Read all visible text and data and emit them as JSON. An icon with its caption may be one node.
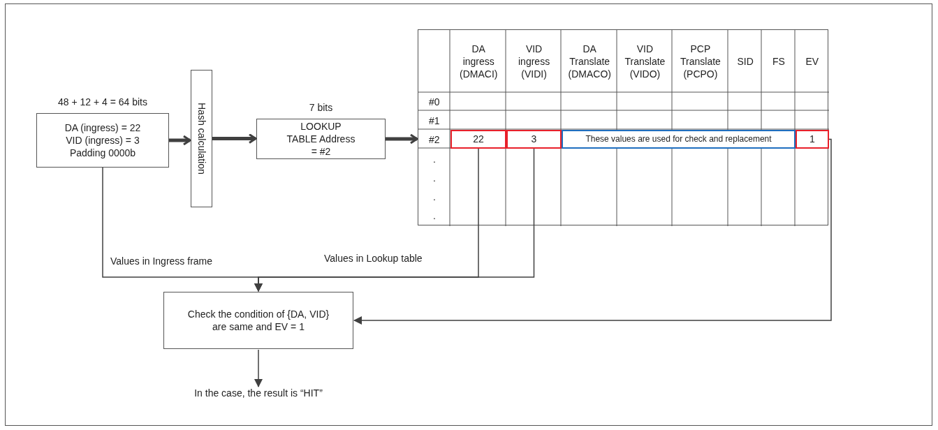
{
  "diagram": {
    "nodes": [
      {
        "text": [
          "DA (ingress) = 22 VID (ingress) = 3 Padding 0000b"
        ],
        "beside": [
          "48 + 12 + 4 = 64 bits"
        ]
      },
      {
        "text": [
          "Hash calculation"
        ]
      },
      {
        "text": [
          "LOOKUP TABLE Address = #2"
        ],
        "beside": [
          "7 bits"
        ]
      },
      {
        "text": [],
        "shape": "table"
      },
      {
        "text": [
          "22"
        ],
        "in": 3
      },
      {
        "text": [
          "3"
        ],
        "in": 3
      },
      {
        "text": [
          "These values are used for check and replacement"
        ],
        "in": 3
      },
      {
        "text": [
          "1"
        ],
        "in": 3
      },
      {
        "text": [
          "Check the condition of {DA, VID} are same and EV = 1"
        ]
      },
      {
        "text": [
          "In the case, the result is “HIT”"
        ]
      }
    ],
    "edges": [
      {
        "from": 0,
        "to": 1,
        "arrow": "to",
        "style": "thick"
      },
      {
        "from": 1,
        "to": 2,
        "arrow": "to",
        "style": "thick"
      },
      {
        "from": 2,
        "to": 3,
        "arrow": "to",
        "style": "thick"
      },
      {
        "from": 0,
        "to": 8,
        "arrow": "to",
        "label": "Values in Ingress frame"
      },
      {
        "from": 4,
        "to": 8,
        "arrow": "to",
        "label": "Values in Lookup table"
      },
      {
        "from": 5,
        "to": 8,
        "arrow": "to"
      },
      {
        "from": 7,
        "to": 8,
        "arrow": "to"
      },
      {
        "from": 8,
        "to": 9,
        "arrow": "to"
      }
    ],
    "labels": [
      "DA ingress (DMACI)",
      "VID ingress (VIDI)",
      "DA Translate (DMACO)",
      "VID Translate (VIDO)",
      "PCP Translate (PCPO)",
      "SID",
      "FS",
      "EV",
      "#0",
      "#1",
      "#2",
      ". . . ."
    ]
  }
}
